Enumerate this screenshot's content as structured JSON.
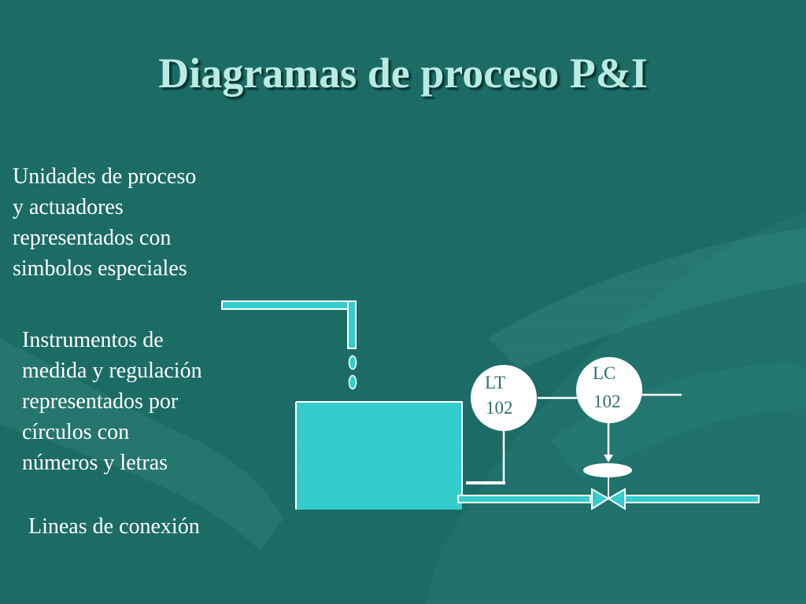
{
  "slide": {
    "title": "Diagramas de proceso P&I"
  },
  "captions": {
    "process_units": "Unidades de proceso\ny actuadores\nrepresentados con\nsimbolos especiales",
    "instruments": "Instrumentos de\nmedida y regulación\nrepresentados por\ncírculos con\nnúmeros y letras",
    "connection_lines": "Lineas de conexión"
  },
  "instruments": {
    "level_transmitter": {
      "tag": "LT",
      "number": "102"
    },
    "level_controller": {
      "tag": "LC",
      "number": "102"
    }
  },
  "colors": {
    "background": "#1a6b64",
    "title": "#b9ebe3",
    "tank_fill": "#34cccc",
    "pipe_fill": "#34cccc"
  }
}
